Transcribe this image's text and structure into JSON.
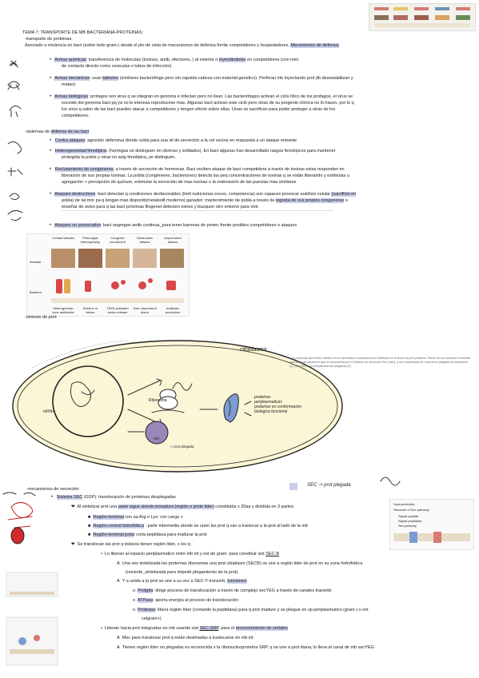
{
  "doc": {
    "title": "TEMA 7: TRANSPORTE DE MB BACTERIANA-PROTEINAS:",
    "intro_heading": "-transporte de proteinas:",
    "intro_text_a": "Asociado a virulencia en bact (sobre todo gram-) desde el pto de vista de mecanismos de defensa frente competidores y hospedadores.",
    "intro_text_b": "Mecanismos de defensa:",
    "defense": [
      {
        "label": "Armas químicas",
        "text": ": transferencia de moleculas (toxinas, antib, efectores..) al exterior o",
        "label2": "inyectándolas",
        "text2": "en competidores (con mec",
        "cont": "de contacto directo como vesiculas o tubos de infección)"
      },
      {
        "label": "Armas mecánicas",
        "text": ": usan",
        "label2": "tailocins",
        "text2": "(similares bacteriófago pero sin capsida cabeza con material genetico). Perforan mb inyectando prot (tb desestabilizan y",
        "cont": "matan)"
      },
      {
        "label": "Armas biológicas",
        "text": ": profagos son virus q se integran en genoma e infectan pero no lisan. Las bacteriófagos activan el ciclo lítico de los profagos, el virus se",
        "cont": "escinde del genoma bact pq ya no le interesa reproducirse mas. Algunas bact activan este ciclo pero otras de su progenie clónica no lo hacen, por lo q",
        "cont2": "los virus q salen de las bact pueden atacar a competidores y tengan efecto sobre ellas. Unas se sacrifican para poder proteger a otras de los",
        "cont3": "competidores."
      }
    ],
    "alarm_heading": "-sistemas de",
    "alarm_heading_hl": "defensa de las bact",
    "alarm": [
      {
        "label": "Contra ataques",
        "text": ": agresión defensiva donde celda para una sit de secreción a la cel vecina en respuesta a un ataque entrante"
      },
      {
        "label": "Heterogeneidad fenotípica",
        "text": ": (hormigas se distinguen en obreras y soldados). En bact algunas han desarrollado rasgos fenotípicos para mantener",
        "cont": "protegida la pobla y otras no asig fenotípica_se distinguen."
      },
      {
        "label": "Reclutamiento de congéneres",
        "text": ": a través de secreción de hormonas. Bact reciben ataque de bact competidora a través de toxinas estas responden en",
        "cont": "liberación de sus propias toxinas. La pobla (congéneres, bacteriones) detecta las peq concentraciones de toxinas q se están liberando y estimulas u",
        "cont2": "agregación + percepción de quórum, estimular la secreción de mas toxinas o la ordenación de las puestas mas similares"
      },
      {
        "label": "Ataques destructivos",
        "text": ": bact detectan q condiciones desfavorables (limit nutriciones exces, competencia) son capaces provocar autólisis celular",
        "label2": "(sacrificio en",
        "cont": "pobla) de tal mnr pa q tengan mas disponib(metabolit moderno) ganador: mantenimiento de pobla a través de",
        "label3": "ingesta de sus propios congeneres",
        "cont2": "o",
        "cont3": "enseñar de aviso para q las bact próximas filogenet detecten estres y busquen otro entorno para vivir."
      },
      {
        "label": "Ataques no provocados",
        "text": ": bact segregan antib continua_para tener barreras de protec frente posibles competidores o ataques"
      }
    ],
    "table_headers": [
      "Contact attacks",
      "Phenotypic heterogeneity",
      "Congener recruitment",
      "Destructive attacks",
      "Unprovoked attacks"
    ],
    "table_rows": [
      "Animals",
      "Bacteria"
    ],
    "table_captions": [
      "Heterogeneity: toxic antibiotics",
      "Division of labour",
      "T6SS-activated toxins release",
      "Toxin-dependent alarm",
      "Antibiotic production"
    ],
    "synthesis_heading": "-síntesis de prot:",
    "cell_labels": {
      "cytoplasm": "citoplasma",
      "ribosome": "Ribosoma",
      "mrna": "mRNA",
      "inner1": "proteinas",
      "inner2": "periplasmaticas",
      "inner3": "proteinas en conformacion",
      "inner4": "biologica funcional",
      "sec": "sec",
      "sec_note": "-> prot plegada"
    },
    "caption_right": "Las proteínas que tienen destino en la membrana o periplasma se sintetizan en la forma de pre-proteína. Tienen en su extremo N-terminal una señal de secreción que es reconocida por el sistema de secreción Sec (Sec), y son exportadas de manera no plegada al periplasma (1). Una vez en el periplasma son plegadas (2).",
    "secretion_heading": "-mecanismos de secreción:",
    "sec": {
      "title_hl": "Sistema SEC",
      "title_text": "(GSP): translocación de proteinas desplegadas",
      "l1a": "Al sintetizar prot una",
      "l1b": "parte sigue siendo inmadura (región o prote lider)",
      "l1c": "constituida x 20aa y dividida en 3 partes:",
      "parts": [
        {
          "hl": "Región terminal",
          "text": "con aa Arg o Lys: con carga +"
        },
        {
          "hl": "Región central hidrofóbica",
          "text": ": parte intermedia donde se unen las prot q van a traslocar a la prot al lado de la mb"
        },
        {
          "hl": "Región terminal polar",
          "text": "corta peptidasa para madurar la prot"
        }
      ],
      "l2": "Se translocan las prot q todavía tienen región líder, x los q:",
      "a_text": "Lo liberan al espacio periplasmatico entre mb int y ext de gram- para constituir sist",
      "a_hl": "SEC-B",
      "a_sub": [
        "Una vez sintetizada las proteínas ribosomas una prot citoplasm (SECB) se une a región lider de prot en su zona hidrofobica",
        "(reciente_sintetizada para impedir plegamiento de la prot).",
        "Y a unida a la prot se une a su vez a SEC-Y transmb,"
      ],
      "funciones": "funciones:",
      "fn": [
        {
          "hl": "Protgda",
          "text": ": dirige proceso de translocación a través de complejo secYEG a través de canales transmb"
        },
        {
          "hl": "ATPasa",
          "text": ": aporta energía al proceso de translocación"
        },
        {
          "hl": "Proteasa",
          "text": ": libera región líder (cortando la peptidasa) para q prot madure y se pliegue en sp periplasmatico (gram-) o ext",
          "cont": "celgram+)"
        }
      ],
      "b_text": "Liberan hacia prot integradas en mb usando sist",
      "b_hl": "SEC-SRP",
      "b_text2": ", para el",
      "b_hl2": "reconocimiento de señales",
      "b_sub": [
        "Mec para translocar prot q están destinadas a traslocarse en mb int",
        "Tienen región líder no plegadas es reconocida x la ribonucleoproteína SRP, q se une a prot diana, lo lleva al canal de mb secYEG"
      ]
    },
    "mini_figure": {
      "title": "Hydrophobicity",
      "label": "Structure of Sec pathway",
      "items": [
        "Signal peptide",
        "Signal peptidase",
        "Sec pathway"
      ]
    },
    "handwritten_note": "SEC -> prot plegada"
  }
}
